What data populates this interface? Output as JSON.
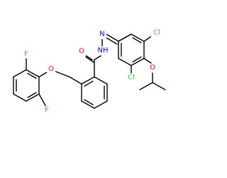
{
  "molecule": {
    "atoms": {
      "f_top": {
        "label": "F",
        "color": "#33cc33"
      },
      "f_ortho": {
        "label": "F",
        "color": "#33cc33"
      },
      "o_ether": {
        "label": "O",
        "color": "#ff0000"
      },
      "o_carbonyl": {
        "label": "O",
        "color": "#ff0000"
      },
      "n_amide": {
        "label": "NH",
        "color": "#0000ff"
      },
      "n_imine": {
        "label": "N",
        "color": "#0000ff"
      },
      "cl_top": {
        "label": "Cl",
        "color": "#33cc33"
      },
      "cl_bottom": {
        "label": "Cl",
        "color": "#33cc33"
      },
      "o_isopropoxy": {
        "label": "O",
        "color": "#ff0000"
      }
    }
  }
}
